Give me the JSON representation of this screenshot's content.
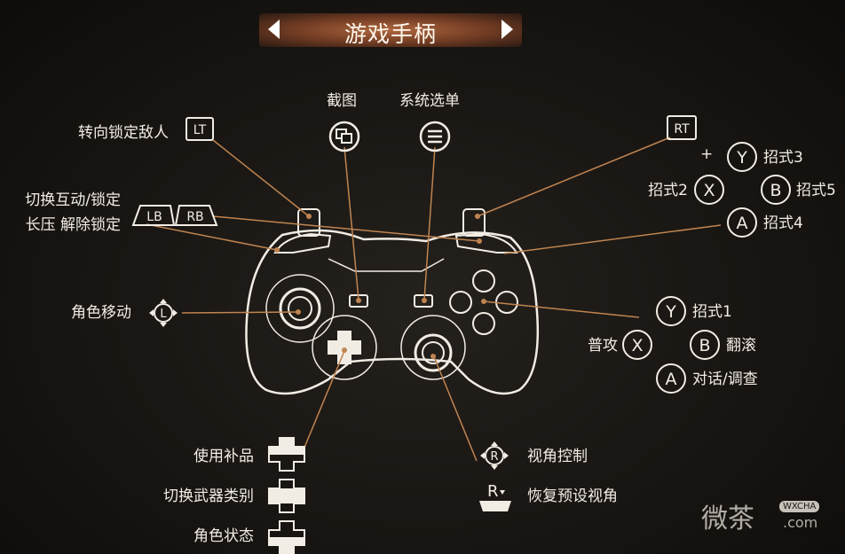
{
  "header": {
    "title": "游戏手柄"
  },
  "labels": {
    "lt": "转向锁定敌人",
    "screenshot": "截图",
    "menu": "系统选单",
    "lb_rb_1": "切换互动/锁定",
    "lb_rb_2": "长压  解除锁定",
    "move": "角色移动",
    "rt_plus": "+",
    "move3": "招式3",
    "move2": "招式2",
    "move5": "招式5",
    "move4": "招式4",
    "move1": "招式1",
    "attack": "普攻",
    "roll": "翻滚",
    "talk": "对话/调查",
    "items": "使用补品",
    "weapon": "切换武器类别",
    "status": "角色状态",
    "camera": "视角控制",
    "reset_camera": "恢复预设视角"
  },
  "buttons": {
    "lt": "LT",
    "rt": "RT",
    "lb": "LB",
    "rb": "RB",
    "y": "Y",
    "x": "X",
    "b": "B",
    "a": "A",
    "l": "L",
    "r": "R"
  },
  "watermark": {
    "brand": "微茶",
    "tag": "WXCHA",
    "domain": ".com"
  },
  "colors": {
    "accent_line": "#c08450",
    "tab": "#8a4a2a",
    "text": "#f2ede4"
  }
}
